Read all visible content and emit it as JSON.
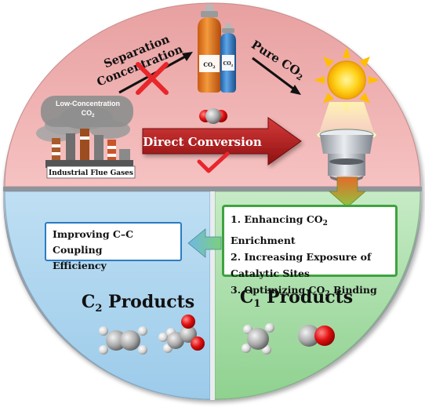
{
  "top_section": {
    "flue_gas_text": "Low-Concentration CO₂",
    "flue_gas_label": "Industrial Flue Gases",
    "separation_label_1": "Separation",
    "separation_label_2": "Concentration",
    "pure_co2_label": "Pure CO₂",
    "direct_conversion_label": "Direct Conversion",
    "cylinder_label_left": "CO₂",
    "cylinder_label_right": "CO₂"
  },
  "c1_box": {
    "items": [
      "1. Enhancing CO₂ Enrichment",
      "2. Increasing Exposure of",
      "Catalytic Sites",
      "3. Optimizing CO₂ Binding"
    ]
  },
  "c2_box": {
    "line1": "Improving C–C Coupling",
    "line2": "Efficiency"
  },
  "products": {
    "c1_title": "C₁ Products",
    "c2_title": "C₂ Products"
  },
  "colors": {
    "top_quadrant": "#f08a8a",
    "bottom_left_quadrant": "#a9d3ee",
    "bottom_right_quadrant": "#a6dba6",
    "direct_arrow": "#b51e1e",
    "cross_mark": "#e8262b",
    "check_mark": "#e8262b",
    "c1_border": "#3fa33f",
    "c2_border": "#2b7cc2"
  },
  "icons": [
    "factory-chimneys-icon",
    "gas-cylinders-icon",
    "sun-lamp-icon",
    "electrode-cell-icon",
    "molecule-icons"
  ]
}
